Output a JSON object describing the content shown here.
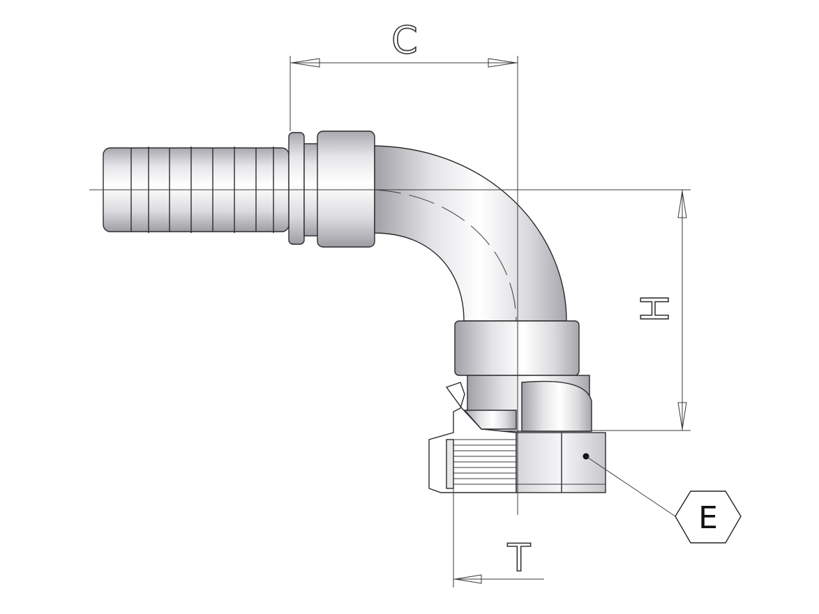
{
  "dimensions": {
    "c_label": "C",
    "h_label": "H",
    "t_label": "T"
  },
  "callout": {
    "e_label": "E"
  },
  "colors": {
    "line": "#2a2a2a",
    "metal_light": "#ffffff",
    "metal_mid": "#d9d9dd",
    "metal_dark": "#9a9aa0"
  }
}
